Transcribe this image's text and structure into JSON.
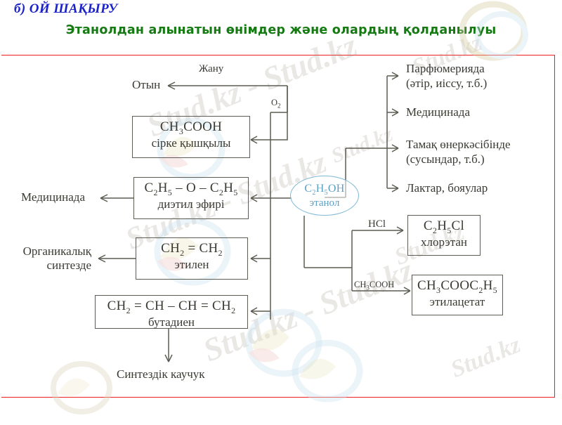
{
  "slide": {
    "kicker": "б) ОЙ ШАҚЫРУ",
    "title": "Этанолдан алынатын өнімдер және олардың қолданылуы",
    "kicker_color": "#1a22c8",
    "title_color": "#157a12",
    "frame_color": "#ef1f1f",
    "watermark_text": "Stud.kz - Stud.kz",
    "watermark_short": "Stud.kz"
  },
  "center_node": {
    "formula": "C2H5OH",
    "formula_parts": {
      "a": "C",
      "sub1": "2",
      "b": "H",
      "sub2": "5",
      "c": "OH"
    },
    "name": "этанол",
    "stroke": "#7fb8d4",
    "text_color": "#5c9fc4"
  },
  "reagents": {
    "combustion": "Жану",
    "oxygen": "O2",
    "hcl": "HCl",
    "acetic_acid": "CH3COOH"
  },
  "boxes": [
    {
      "id": "acetic-acid",
      "formula": "CH3COOH",
      "name": "сірке қышқылы"
    },
    {
      "id": "diethyl-ether",
      "formula": "C2H5 — O — C2H5",
      "name": "диэтил эфирі"
    },
    {
      "id": "ethylene",
      "formula": "CH2 = CH2",
      "name": "этилен"
    },
    {
      "id": "butadiene",
      "formula": "CH2 = CH — CH = CH2",
      "name": "бутадиен"
    },
    {
      "id": "chloroethane",
      "formula": "C2H5Cl",
      "name": "хлорэтан"
    },
    {
      "id": "ethyl-acetate",
      "formula": "CH3COOC2H5",
      "name": "этилацетат"
    }
  ],
  "left_outputs": [
    {
      "id": "fuel",
      "label": "Отын"
    },
    {
      "id": "medicine",
      "label": "Медицинада"
    },
    {
      "id": "organic-synthesis",
      "label": "Органикалық\nсинтезде"
    },
    {
      "id": "synthetic-rubber",
      "label": "Синтездік каучук"
    }
  ],
  "left_outputs_split": {
    "organic_line1": "Органикалық",
    "organic_line2": "синтезде"
  },
  "right_applications": [
    {
      "id": "perfumery",
      "line1": "Парфюмерияда",
      "line2": "(әтір, иіссу, т.б.)"
    },
    {
      "id": "medicine",
      "line1": "Медицинада",
      "line2": ""
    },
    {
      "id": "food-industry",
      "line1": "Тамақ өнеркәсібінде",
      "line2": "(сусындар, т.б.)"
    },
    {
      "id": "lacquers-paints",
      "line1": "Лактар, бояулар",
      "line2": ""
    }
  ],
  "chart_data": {
    "type": "diagram",
    "title": "Этанолдан алынатын өнімдер және олардың қолданылуы",
    "center": "C2H5OH (этанол)",
    "edges": [
      {
        "from": "C2H5OH",
        "to": "CH3COOH (сірке қышқылы)",
        "reagent": "O2"
      },
      {
        "from": "CH3COOH (сірке қышқылы)",
        "to": "Отын",
        "reagent": "Жану"
      },
      {
        "from": "C2H5OH",
        "to": "C2H5—O—C2H5 (диэтил эфирі)",
        "reagent": ""
      },
      {
        "from": "C2H5—O—C2H5 (диэтил эфирі)",
        "to": "Медицинада",
        "reagent": ""
      },
      {
        "from": "C2H5OH",
        "to": "CH2=CH2 (этилен)",
        "reagent": ""
      },
      {
        "from": "CH2=CH2 (этилен)",
        "to": "Органикалық синтезде",
        "reagent": ""
      },
      {
        "from": "C2H5OH",
        "to": "CH2=CH—CH=CH2 (бутадиен)",
        "reagent": ""
      },
      {
        "from": "CH2=CH—CH=CH2 (бутадиен)",
        "to": "Синтездік каучук",
        "reagent": ""
      },
      {
        "from": "C2H5OH",
        "to": "C2H5Cl (хлорэтан)",
        "reagent": "HCl"
      },
      {
        "from": "C2H5OH",
        "to": "CH3COOC2H5 (этилацетат)",
        "reagent": "CH3COOH"
      },
      {
        "from": "C2H5OH",
        "to": "Парфюмерияда (әтір, иіссу, т.б.)",
        "reagent": ""
      },
      {
        "from": "C2H5OH",
        "to": "Медицинада",
        "reagent": ""
      },
      {
        "from": "C2H5OH",
        "to": "Тамақ өнеркәсібінде (сусындар, т.б.)",
        "reagent": ""
      },
      {
        "from": "C2H5OH",
        "to": "Лактар, бояулар",
        "reagent": ""
      }
    ]
  }
}
